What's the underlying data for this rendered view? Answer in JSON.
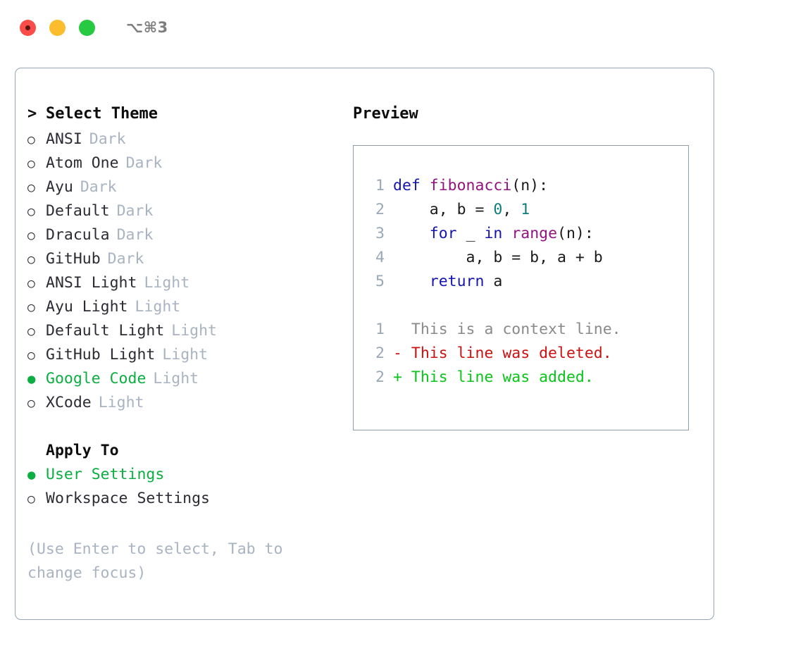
{
  "window": {
    "shortcut_title": "⌥⌘3",
    "traffic_lights": [
      "close",
      "minimize",
      "maximize"
    ]
  },
  "theme_picker": {
    "header": "Select Theme",
    "caret": ">",
    "bullet_unselected": "○",
    "bullet_selected": "●",
    "items": [
      {
        "name": "ANSI",
        "tag": "Dark",
        "selected": false
      },
      {
        "name": "Atom One",
        "tag": "Dark",
        "selected": false
      },
      {
        "name": "Ayu",
        "tag": "Dark",
        "selected": false
      },
      {
        "name": "Default",
        "tag": "Dark",
        "selected": false
      },
      {
        "name": "Dracula",
        "tag": "Dark",
        "selected": false
      },
      {
        "name": "GitHub",
        "tag": "Dark",
        "selected": false
      },
      {
        "name": "ANSI Light",
        "tag": "Light",
        "selected": false
      },
      {
        "name": "Ayu Light",
        "tag": "Light",
        "selected": false
      },
      {
        "name": "Default Light",
        "tag": "Light",
        "selected": false
      },
      {
        "name": "GitHub Light",
        "tag": "Light",
        "selected": false
      },
      {
        "name": "Google Code",
        "tag": "Light",
        "selected": true
      },
      {
        "name": "XCode",
        "tag": "Light",
        "selected": false
      }
    ]
  },
  "apply_to": {
    "header": "Apply To",
    "options": [
      {
        "name": "User Settings",
        "selected": true
      },
      {
        "name": "Workspace Settings",
        "selected": false
      }
    ]
  },
  "hint": "(Use Enter to select, Tab to change focus)",
  "preview": {
    "title": "Preview",
    "code_lines": [
      {
        "num": "1",
        "tokens": [
          {
            "t": "def ",
            "c": "kw"
          },
          {
            "t": "fibonacci",
            "c": "fn"
          },
          {
            "t": "(n):",
            "c": "txt"
          }
        ]
      },
      {
        "num": "2",
        "tokens": [
          {
            "t": "    a, b = ",
            "c": "txt"
          },
          {
            "t": "0",
            "c": "num"
          },
          {
            "t": ", ",
            "c": "txt"
          },
          {
            "t": "1",
            "c": "num"
          }
        ]
      },
      {
        "num": "3",
        "tokens": [
          {
            "t": "    ",
            "c": "txt"
          },
          {
            "t": "for",
            "c": "kw"
          },
          {
            "t": " _ ",
            "c": "txt"
          },
          {
            "t": "in",
            "c": "kw"
          },
          {
            "t": " ",
            "c": "txt"
          },
          {
            "t": "range",
            "c": "fn"
          },
          {
            "t": "(n):",
            "c": "txt"
          }
        ]
      },
      {
        "num": "4",
        "tokens": [
          {
            "t": "        a, b = b, a + b",
            "c": "txt"
          }
        ]
      },
      {
        "num": "5",
        "tokens": [
          {
            "t": "    ",
            "c": "txt"
          },
          {
            "t": "return",
            "c": "kw"
          },
          {
            "t": " a",
            "c": "txt"
          }
        ]
      }
    ],
    "diff_lines": [
      {
        "num": "1",
        "marker": "  ",
        "text": "This is a context line.",
        "kind": "ctx"
      },
      {
        "num": "2",
        "marker": "- ",
        "text": "This line was deleted.",
        "kind": "del"
      },
      {
        "num": "2",
        "marker": "+ ",
        "text": "This line was added.",
        "kind": "add"
      }
    ]
  },
  "colors": {
    "accent_green": "#0bae41",
    "tag_gray": "#a9b3c1",
    "border": "#98a3b3",
    "keyword_blue": "#1414b0",
    "function_purple": "#93137e",
    "number_teal": "#0e7c7b",
    "diff_deleted_red": "#cc1111",
    "diff_added_green": "#0ac519",
    "line_number": "#9aa7b6"
  }
}
